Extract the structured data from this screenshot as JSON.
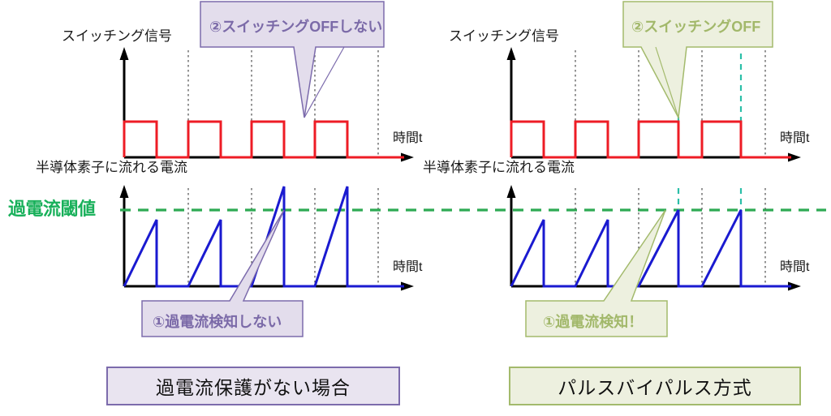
{
  "title": "Overcurrent protection comparison diagram",
  "colors": {
    "switching_signal": "#ee1c25",
    "current_waveform": "#1a1ad0",
    "threshold_green": "#2eaa53",
    "threshold_label_green": "#18b05a",
    "axis_black": "#000000",
    "grid_dotted": "#5a5a5a",
    "teal_dash": "#2bbfa8",
    "purple_fill": "#e3ddec",
    "purple_stroke": "#7c6bac",
    "purple_text": "#7b6aa8",
    "green_fill": "#edf0df",
    "green_stroke": "#a3ba6c",
    "green_text": "#a2b86a",
    "background": "#ffffff"
  },
  "panels": [
    {
      "id": "left",
      "caption": "過電流保護がない場合",
      "signal_axis_label": "スイッチング信号",
      "current_axis_label": "半導体素子に流れる電流",
      "time_label_top": "時間t",
      "time_label_bottom": "時間t",
      "threshold_label": "過電流閾値",
      "callout_top": "②スイッチングOFFしない",
      "callout_bottom": "①過電流検知しない",
      "has_trip_markers": false
    },
    {
      "id": "right",
      "caption": "パルスバイパルス方式",
      "signal_axis_label": "スイッチング信号",
      "current_axis_label": "半導体素子に流れる電流",
      "time_label_top": "時間t",
      "time_label_bottom": "時間t",
      "threshold_label": "",
      "callout_top": "②スイッチングOFF",
      "callout_bottom": "①過電流検知！",
      "has_trip_markers": true
    }
  ],
  "chart_data": {
    "type": "line",
    "title": "Overcurrent protection: no protection vs pulse-by-pulse",
    "xlabel": "時間t",
    "ylabel_top": "スイッチング信号",
    "ylabel_bottom": "半導体素子に流れる電流",
    "threshold_label": "過電流閾値",
    "grid": "vertical dotted period markers",
    "legend": "none",
    "left_panel": {
      "name": "過電流保護がない場合",
      "switching_signal": {
        "type": "square-pulse-train",
        "pulses": [
          {
            "rise": 0.0,
            "fall": 0.5,
            "duty": 0.5
          },
          {
            "rise": 1.0,
            "fall": 1.5,
            "duty": 0.5
          },
          {
            "rise": 2.0,
            "fall": 2.5,
            "duty": 0.5
          },
          {
            "rise": 3.0,
            "fall": 3.5,
            "duty": 0.5
          }
        ],
        "note": "all four pulses keep full on-time, never turned off early"
      },
      "current": {
        "type": "sawtooth-ramps",
        "peaks": [
          0.8,
          0.8,
          1.18,
          1.18
        ],
        "threshold": 1.0,
        "note": "ramps 3 and 4 exceed the threshold without being clipped"
      }
    },
    "right_panel": {
      "name": "パルスバイパルス方式",
      "switching_signal": {
        "type": "square-pulse-train",
        "pulses": [
          {
            "rise": 0.0,
            "fall": 0.5,
            "duty": 0.5
          },
          {
            "rise": 1.0,
            "fall": 1.5,
            "duty": 0.5
          },
          {
            "rise": 2.0,
            "fall": 2.38,
            "duty": 0.38
          },
          {
            "rise": 3.0,
            "fall": 3.38,
            "duty": 0.38
          }
        ],
        "note": "pulses 3 and 4 are truncated at the overcurrent detection instant"
      },
      "current": {
        "type": "sawtooth-ramps",
        "peaks": [
          0.8,
          0.8,
          1.0,
          1.0
        ],
        "threshold": 1.0,
        "trip_times": [
          2.38,
          3.38
        ],
        "note": "ramps 3 and 4 are clamped exactly at the threshold"
      }
    }
  }
}
